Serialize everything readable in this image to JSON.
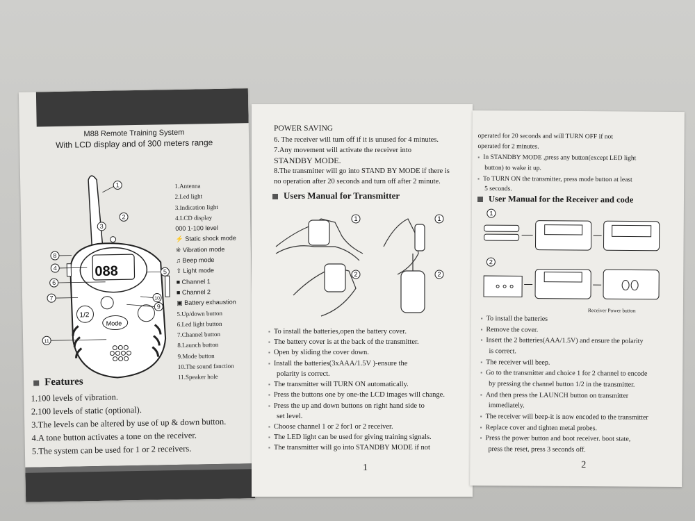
{
  "left_page": {
    "product_title": "M88 Remote Training System",
    "product_subtitle": "With LCD display and of 300 meters range",
    "lcd_text": "088",
    "mode_label": "Mode",
    "half_label": "1/2",
    "callouts": [
      "1",
      "2",
      "3",
      "4",
      "5",
      "6",
      "7",
      "8",
      "9",
      "10",
      "11"
    ],
    "legend": [
      "1.Antenna",
      "2.Led light",
      "3.Indication light",
      "4.LCD display",
      "000 1-100 level",
      "Static shock mode",
      "Vibration mode",
      "Beep mode",
      "Light mode",
      "Channel 1",
      "Channel 2",
      "Battery exhaustion",
      "5.Up/down button",
      "6.Led light button",
      "7.Channel button",
      "8.Launch button",
      "9.Mode button",
      "10.The sound fanction",
      "11.Speaker hole"
    ],
    "features_heading": "Features",
    "features": [
      "1.100 levels of vibration.",
      "2.100 levels of static (optional).",
      "3.The levels can be altered by use of up & down button.",
      "4.A tone button activates a tone on the receiver.",
      "5.The system can be used for 1 or 2 receivers."
    ]
  },
  "middle_page": {
    "power_saving_title": "POWER SAVING",
    "power_saving_lines": [
      "6. The receiver will turn off if it is unused for 4 minutes.",
      "7.Any movement will activate the receiver into",
      "STANDBY MODE.",
      "8.The transmitter will go into STAND BY MODE if there is",
      "no operation after 20 seconds and turn off after 2 minute."
    ],
    "heading": "Users Manual for Transmitter",
    "bullets": [
      "To install the batteries,open the battery cover.",
      "The battery cover is at the back of the transmitter.",
      "Open by sliding the cover down.",
      "Install the batteries(3xAAA/1.5V )-ensure the",
      "polarity is correct.",
      "The transmitter will TURN ON automatically.",
      "Press the buttons one by one-the LCD images will change.",
      "Press the up and down buttons on right hand side to",
      "set level.",
      "Choose channel 1 or 2 for1 or 2 receiver.",
      "The LED light can be used for giving training signals.",
      "The transmitter will go into STANDBY MODE if not"
    ],
    "page_number": "1"
  },
  "right_page": {
    "top_lines": [
      "operated for 20 seconds and will TURN OFF if not",
      "operated for 2 minutes.",
      "In STANDBY MODE ,press any button(except LED light",
      "button) to wake it up.",
      "To TURN ON the transmitter, press mode button at least",
      "5 seconds."
    ],
    "heading": "User Manual for the Receiver and code",
    "power_button_label": "Receiver Power button",
    "bullets": [
      "To install the batteries",
      "Remove the cover.",
      "Insert the 2 batteries(AAA/1.5V) and ensure the polarity",
      "is correct.",
      "The receiver will beep.",
      "Go to the transmitter and choice 1 for 2 channel to encode",
      "by pressing the channel button 1/2 in the transmitter.",
      "And then press the LAUNCH button on transmitter",
      "immediately.",
      "The receiver will beep-it is now encoded to the transmitter",
      "Replace cover and tighten metal probes.",
      "Press the power button and boot receiver. boot state,",
      "press the reset, press 3 seconds off."
    ],
    "page_number": "2"
  },
  "colors": {
    "paper": "#ecebe7",
    "ink": "#1d1d1d",
    "bar": "#3a3a3a"
  }
}
